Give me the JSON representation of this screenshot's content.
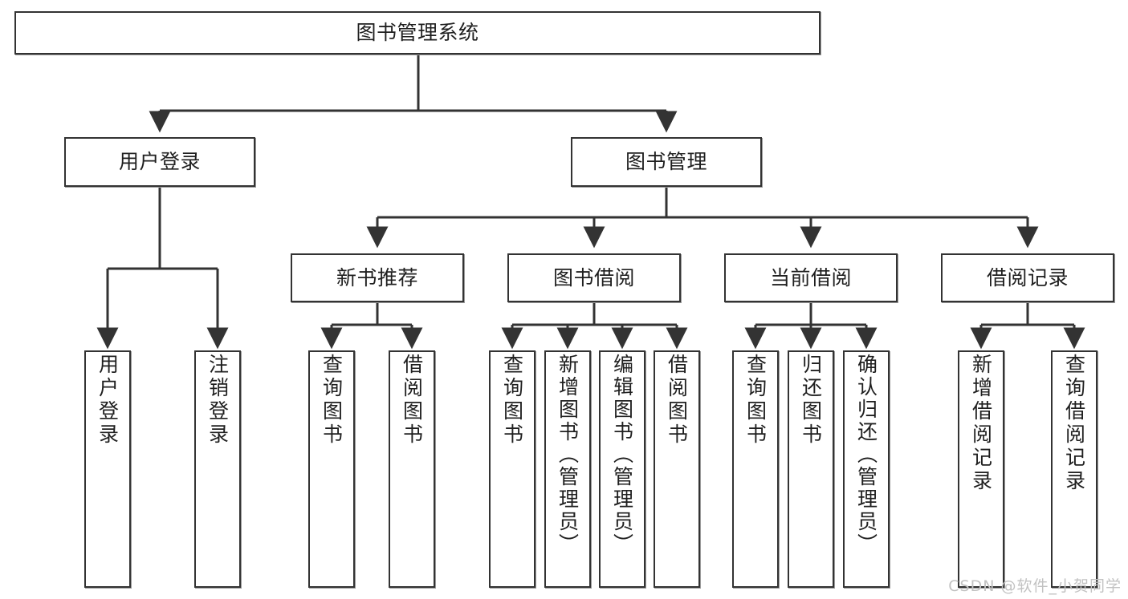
{
  "diagram": {
    "title": "图书管理系统",
    "watermark": "CSDN @软件_小贺同学",
    "colors": {
      "background": "#ffffff",
      "border": "#333333",
      "text": "#1f1f1f",
      "edge": "#333333",
      "watermark": "#c2c2c2"
    },
    "root": {
      "label": "图书管理系统"
    },
    "level2": [
      {
        "label": "用户登录"
      },
      {
        "label": "图书管理"
      }
    ],
    "level3": [
      {
        "label": "新书推荐"
      },
      {
        "label": "图书借阅"
      },
      {
        "label": "当前借阅"
      },
      {
        "label": "借阅记录"
      }
    ],
    "leaves": {
      "user_login": [
        {
          "label": "用户登录"
        },
        {
          "label": "注销登录"
        }
      ],
      "new_book": [
        {
          "label": "查询图书"
        },
        {
          "label": "借阅图书"
        }
      ],
      "book_borrow": [
        {
          "label": "查询图书"
        },
        {
          "label": "新增图书（管理员）"
        },
        {
          "label": "编辑图书（管理员）"
        },
        {
          "label": "借阅图书"
        }
      ],
      "current_borrow": [
        {
          "label": "查询图书"
        },
        {
          "label": "归还图书"
        },
        {
          "label": "确认归还（管理员）"
        }
      ],
      "borrow_record": [
        {
          "label": "新增借阅记录"
        },
        {
          "label": "查询借阅记录"
        }
      ]
    }
  },
  "chart_data": {
    "type": "table",
    "title": "图书管理系统功能结构图",
    "hierarchy": [
      {
        "label": "图书管理系统",
        "level": 1,
        "children": [
          {
            "label": "用户登录",
            "level": 2,
            "children": [
              {
                "label": "用户登录",
                "level": 3
              },
              {
                "label": "注销登录",
                "level": 3
              }
            ]
          },
          {
            "label": "图书管理",
            "level": 2,
            "children": [
              {
                "label": "新书推荐",
                "level": 3,
                "children": [
                  {
                    "label": "查询图书",
                    "level": 4
                  },
                  {
                    "label": "借阅图书",
                    "level": 4
                  }
                ]
              },
              {
                "label": "图书借阅",
                "level": 3,
                "children": [
                  {
                    "label": "查询图书",
                    "level": 4
                  },
                  {
                    "label": "新增图书（管理员）",
                    "level": 4
                  },
                  {
                    "label": "编辑图书（管理员）",
                    "level": 4
                  },
                  {
                    "label": "借阅图书",
                    "level": 4
                  }
                ]
              },
              {
                "label": "当前借阅",
                "level": 3,
                "children": [
                  {
                    "label": "查询图书",
                    "level": 4
                  },
                  {
                    "label": "归还图书",
                    "level": 4
                  },
                  {
                    "label": "确认归还（管理员）",
                    "level": 4
                  }
                ]
              },
              {
                "label": "借阅记录",
                "level": 3,
                "children": [
                  {
                    "label": "新增借阅记录",
                    "level": 4
                  },
                  {
                    "label": "查询借阅记录",
                    "level": 4
                  }
                ]
              }
            ]
          }
        ]
      }
    ]
  }
}
